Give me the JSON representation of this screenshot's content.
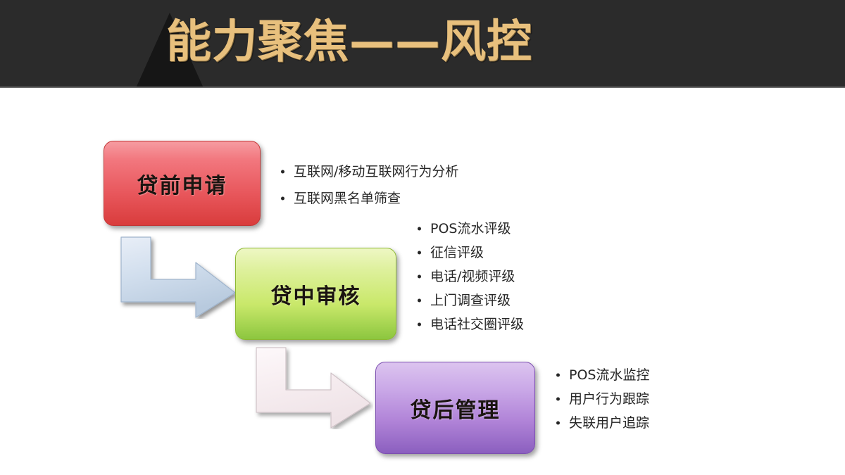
{
  "slide": {
    "title": "能力聚焦——风控",
    "background_color": "#ffffff",
    "header_color": "#2b2b2b",
    "title_color": "#e8c07d"
  },
  "flow": {
    "stages": [
      {
        "key": "pre_loan",
        "label": "贷前申请",
        "color": "#e8575c",
        "bullets": [
          "互联网/移动互联网行为分析",
          "互联网黑名单筛查"
        ]
      },
      {
        "key": "in_loan",
        "label": "贷中审核",
        "color": "#c9e86a",
        "bullets": [
          "POS流水评级",
          "征信评级",
          "电话/视频评级",
          "上门调查评级",
          "电话社交圈评级"
        ]
      },
      {
        "key": "post_loan",
        "label": "贷后管理",
        "color": "#b184d8",
        "bullets": [
          "POS流水监控",
          "用户行为跟踪",
          "失联用户追踪"
        ]
      }
    ],
    "connectors": [
      {
        "key": "pre_to_mid",
        "icon": "bent-arrow-icon",
        "color": "#c9d7e8"
      },
      {
        "key": "mid_to_post",
        "icon": "bent-arrow-icon",
        "color": "#f7eff2"
      }
    ]
  }
}
